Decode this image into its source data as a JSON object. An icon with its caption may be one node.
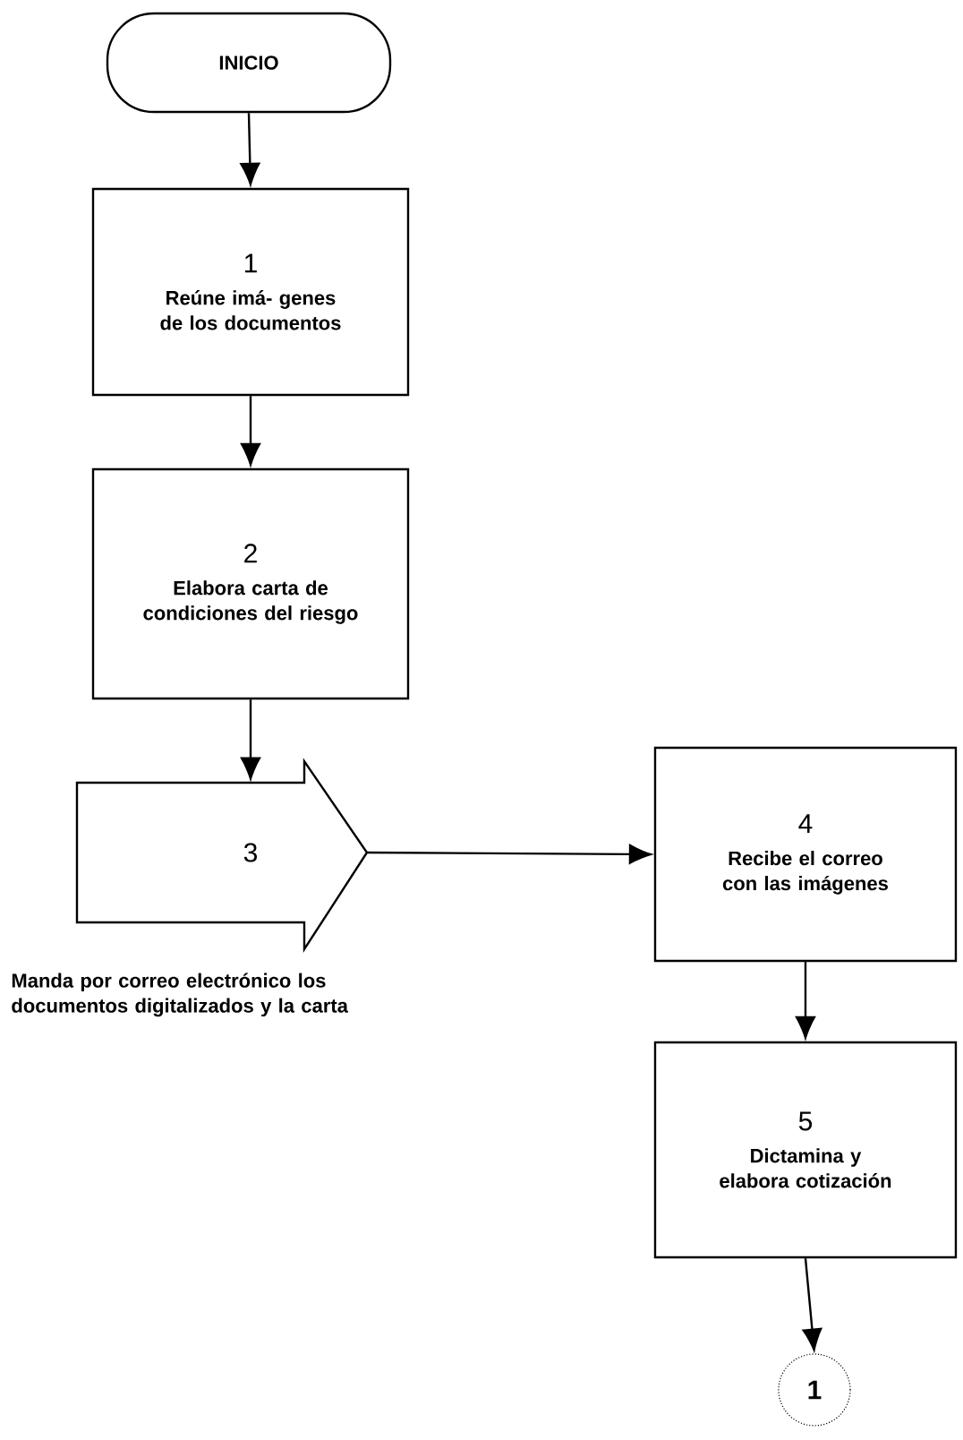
{
  "diagram": {
    "nodes": [
      {
        "text": [
          "INICIO"
        ]
      },
      {
        "text": [
          "1",
          "Reúne imá- genes de los documentos"
        ]
      },
      {
        "text": [
          "2",
          "Elabora carta de condiciones del riesgo"
        ]
      },
      {
        "text": [
          "3"
        ],
        "beside": [
          "Manda por correo electrónico los documentos digitalizados y la carta"
        ]
      },
      {
        "text": [
          "4",
          "Recibe el correo con las imágenes"
        ]
      },
      {
        "text": [
          "5",
          "Dictamina y elabora cotización"
        ]
      },
      {
        "text": [
          "1"
        ]
      }
    ],
    "edges": [
      {
        "from": 0,
        "to": 1,
        "arrow": "to"
      },
      {
        "from": 1,
        "to": 2,
        "arrow": "to"
      },
      {
        "from": 2,
        "to": 3,
        "arrow": "to"
      },
      {
        "from": 3,
        "to": 4,
        "arrow": "to"
      },
      {
        "from": 4,
        "to": 5,
        "arrow": "to"
      },
      {
        "from": 5,
        "to": 6,
        "arrow": "to"
      }
    ]
  }
}
